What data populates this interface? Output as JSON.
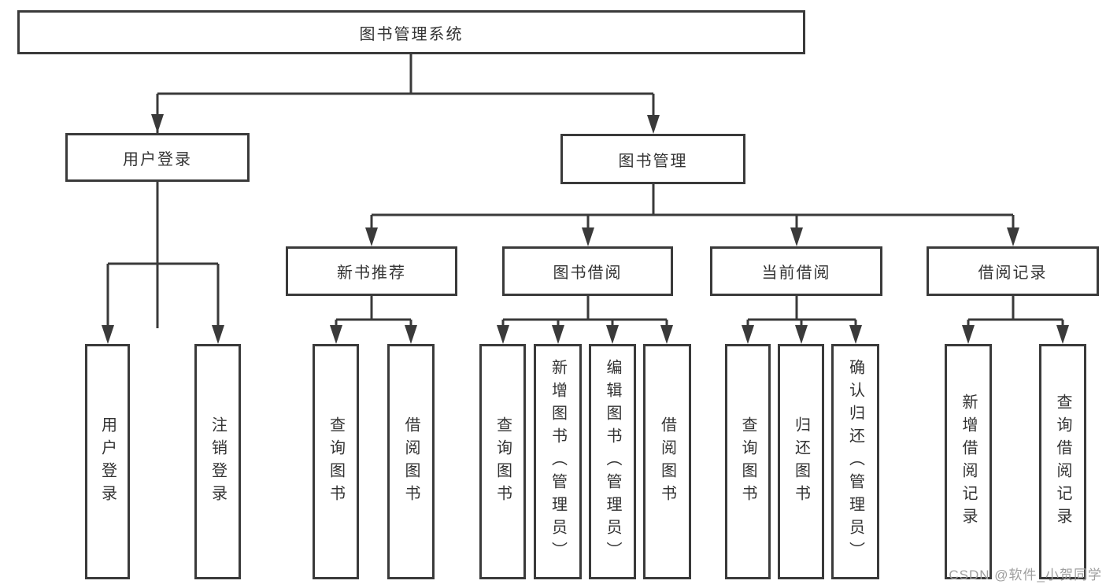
{
  "diagram": {
    "root": {
      "label": "图书管理系统"
    },
    "level2": [
      {
        "label": "用户登录"
      },
      {
        "label": "图书管理"
      }
    ],
    "level3": [
      {
        "label": "新书推荐"
      },
      {
        "label": "图书借阅"
      },
      {
        "label": "当前借阅"
      },
      {
        "label": "借阅记录"
      }
    ],
    "children": {
      "user_login": [
        "用户登录",
        "注销登录"
      ],
      "new_book_recommend": [
        "查询图书",
        "借阅图书"
      ],
      "book_borrow": [
        "查询图书",
        "新增图书（管理员）",
        "编辑图书（管理员）",
        "借阅图书"
      ],
      "current_borrow": [
        "查询图书",
        "归还图书",
        "确认归还（管理员）"
      ],
      "borrow_record": [
        "新增借阅记录",
        "查询借阅记录"
      ]
    }
  },
  "watermark": {
    "text": "CSDN @软件_小贺同学"
  },
  "colors": {
    "line": "#3a3a3a",
    "text": "#333333",
    "watermark": "#9e9e9e",
    "background": "#ffffff"
  }
}
